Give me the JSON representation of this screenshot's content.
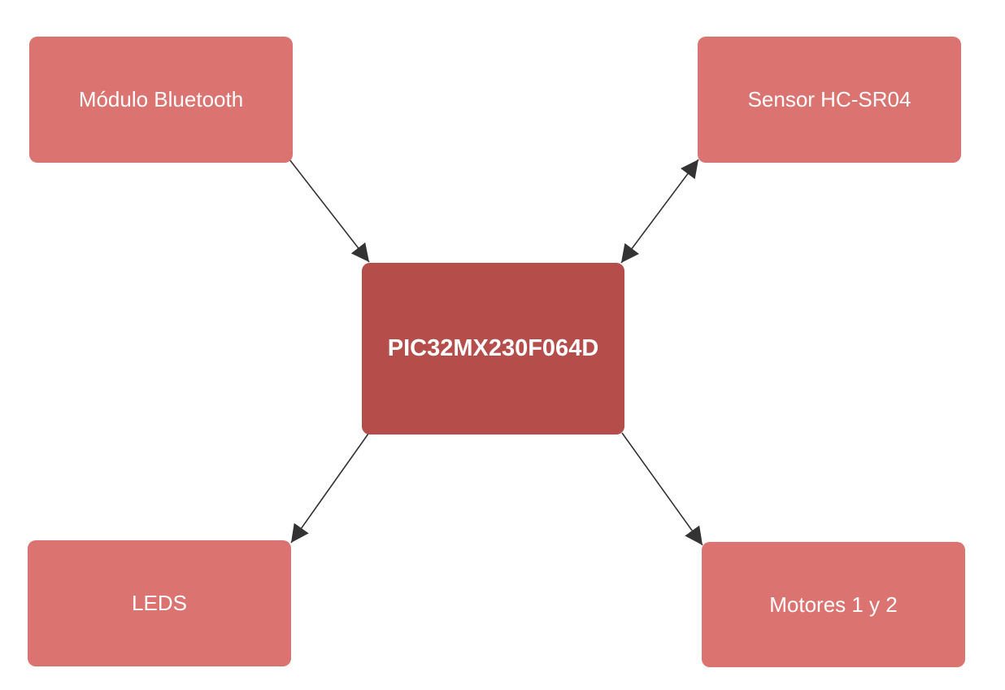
{
  "diagram": {
    "central": {
      "label": "PIC32MX230F064D",
      "color": "#b54e4a"
    },
    "peripheral_color": "#db7470",
    "line_color": "#333333",
    "nodes": {
      "bluetooth": {
        "label": "Módulo Bluetooth"
      },
      "sensor": {
        "label": "Sensor HC-SR04"
      },
      "leds": {
        "label": "LEDS"
      },
      "motors": {
        "label": "Motores 1 y 2"
      }
    },
    "connections": [
      {
        "from": "Módulo Bluetooth",
        "to": "PIC32MX230F064D",
        "direction": "to-central"
      },
      {
        "from": "PIC32MX230F064D",
        "to": "Sensor HC-SR04",
        "direction": "bidirectional"
      },
      {
        "from": "PIC32MX230F064D",
        "to": "LEDS",
        "direction": "from-central"
      },
      {
        "from": "PIC32MX230F064D",
        "to": "Motores 1 y 2",
        "direction": "from-central"
      }
    ]
  }
}
